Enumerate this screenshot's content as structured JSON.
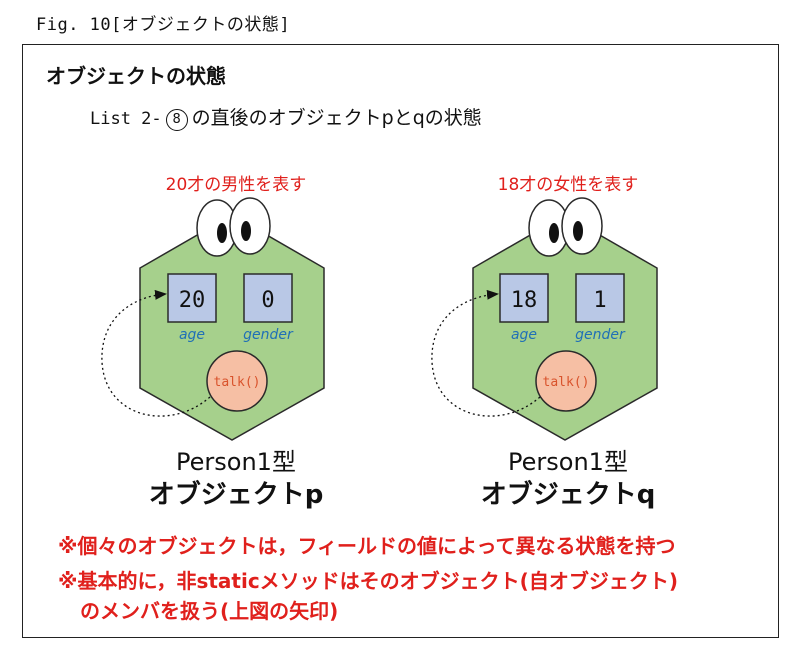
{
  "caption": "Fig. 10[オブジェクトの状態]",
  "heading": "オブジェクトの状態",
  "sub": {
    "list_ref": "List 2-",
    "circled_num": "8",
    "rest": "の直後のオブジェクトpとqの状態"
  },
  "objects": [
    {
      "desc": "20才の男性を表す",
      "age_value": "20",
      "gender_value": "0",
      "age_label": "age",
      "gender_label": "gender",
      "method": "talk()",
      "type_name": "Person1型",
      "object_name": "オブジェクトp"
    },
    {
      "desc": "18才の女性を表す",
      "age_value": "18",
      "gender_value": "1",
      "age_label": "age",
      "gender_label": "gender",
      "method": "talk()",
      "type_name": "Person1型",
      "object_name": "オブジェクトq"
    }
  ],
  "notes": [
    "※個々のオブジェクトは，フィールドの値によって異なる状態を持つ",
    "※基本的に，非staticメソッドはそのオブジェクト(自オブジェクト)",
    "のメンバを扱う(上図の矢印)"
  ],
  "colors": {
    "body_fill": "#a6d08c",
    "field_box": "#b9c8e6",
    "method_circle": "#f6bfa4",
    "accent_red": "#e0201c",
    "field_label": "#1f6fb7"
  }
}
